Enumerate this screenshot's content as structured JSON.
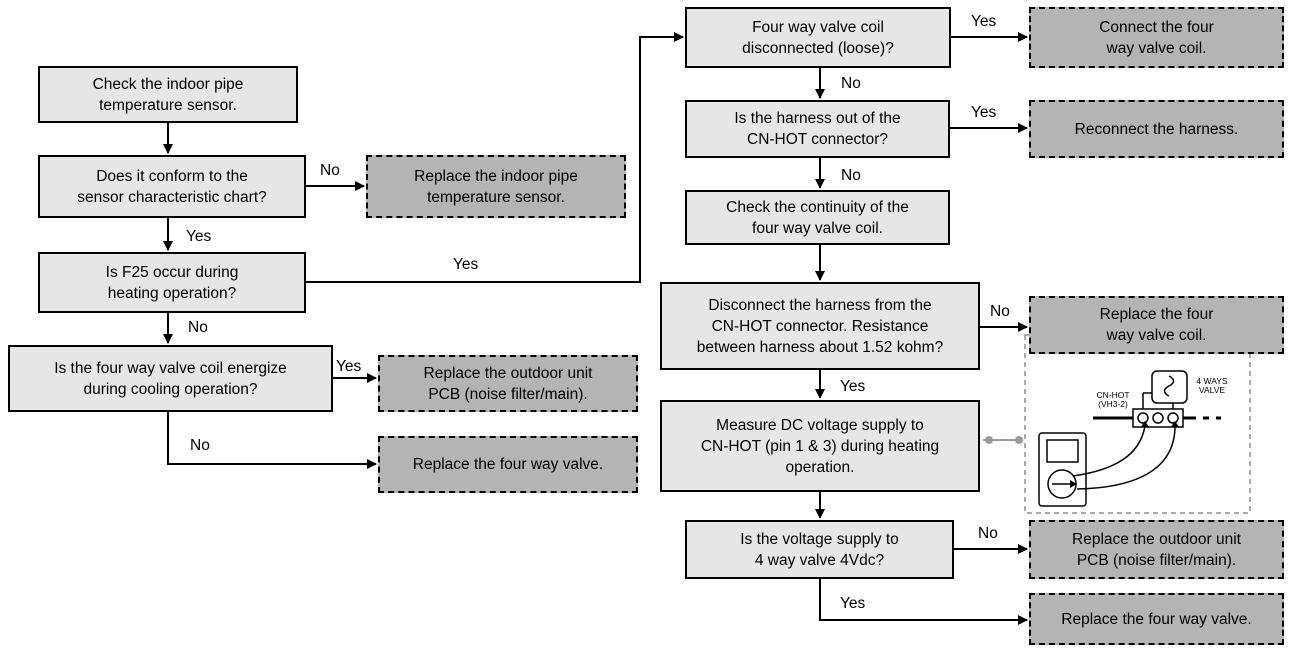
{
  "steps": {
    "check_indoor_sensor": "Check the indoor pipe\ntemperature sensor.",
    "conform_chart": "Does it conform to the\nsensor characteristic chart?",
    "f25_heating": "Is F25 occur during\nheating operation?",
    "coil_energize_cooling": "Is the four way valve coil energize\nduring cooling operation?",
    "coil_disconnected": "Four way valve coil\ndisconnected (loose)?",
    "harness_out": "Is the harness out of the\nCN-HOT connector?",
    "check_continuity": "Check the continuity of the\nfour way valve coil.",
    "disconnect_resistance": "Disconnect the harness from the\nCN-HOT connector. Resistance\nbetween harness about 1.52 kohm?",
    "measure_dc": "Measure DC voltage supply to\nCN-HOT (pin 1 & 3) during heating\noperation.",
    "voltage_4vdc": "Is the voltage supply to\n4 way valve 4Vdc?"
  },
  "actions": {
    "replace_indoor_sensor": "Replace the indoor pipe\ntemperature sensor.",
    "replace_pcb_left": "Replace the outdoor unit\nPCB (noise filter/main).",
    "replace_valve_left": "Replace the four way valve.",
    "connect_coil": "Connect the four\nway valve coil.",
    "reconnect_harness": "Reconnect the harness.",
    "replace_coil": "Replace the four\nway valve coil.",
    "replace_pcb_right": "Replace the outdoor unit\nPCB (noise filter/main).",
    "replace_valve_right": "Replace the four way valve."
  },
  "labels": {
    "no_conform": "No",
    "yes_conform": "Yes",
    "yes_f25": "Yes",
    "no_f25": "No",
    "yes_energize": "Yes",
    "no_energize": "No",
    "yes_coil_disc": "Yes",
    "no_coil_disc": "No",
    "yes_harness": "Yes",
    "no_harness": "No",
    "no_resistance": "No",
    "yes_resistance": "Yes",
    "no_voltage": "No",
    "yes_voltage": "Yes"
  },
  "inset": {
    "connector_label": "CN-HOT\n(VH3-2)",
    "valve_label": "4 WAYS\nVALVE"
  },
  "colors": {
    "step_fill": "#e6e6e6",
    "action_fill": "#b4b4b4",
    "line": "#000000",
    "inset_border": "#aaaaaa"
  }
}
